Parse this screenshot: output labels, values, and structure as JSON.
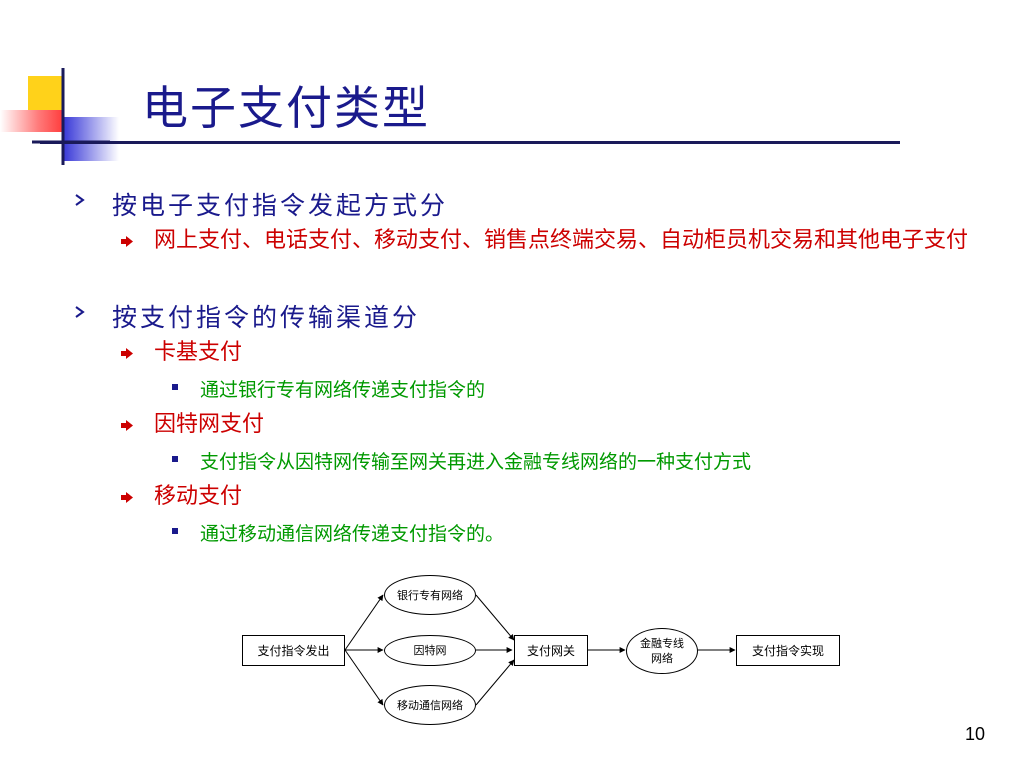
{
  "slide": {
    "title": "电子支付类型",
    "page_number": "10"
  },
  "outline": [
    {
      "text": "按电子支付指令发起方式分",
      "children": [
        {
          "text": "网上支付、电话支付、移动支付、销售点终端交易、自动柜员机交易和其他电子支付",
          "children": []
        }
      ]
    },
    {
      "text": "按支付指令的传输渠道分",
      "children": [
        {
          "text": "卡基支付",
          "children": [
            {
              "text": "通过银行专有网络传递支付指令的"
            }
          ]
        },
        {
          "text": "因特网支付",
          "children": [
            {
              "text": "支付指令从因特网传输至网关再进入金融专线网络的一种支付方式"
            }
          ]
        },
        {
          "text": "移动支付",
          "children": [
            {
              "text": "通过移动通信网络传递支付指令的。"
            }
          ]
        }
      ]
    }
  ],
  "diagram": {
    "start": "支付指令发出",
    "bank_network": "银行专有网络",
    "internet": "因特网",
    "mobile_network": "移动通信网络",
    "gateway": "支付网关",
    "finance_line": "金融专线网络",
    "end": "支付指令实现"
  },
  "colors": {
    "title": "#1a1a8c",
    "level1": "#1a1a8c",
    "level2": "#cc0000",
    "level3": "#009900"
  }
}
